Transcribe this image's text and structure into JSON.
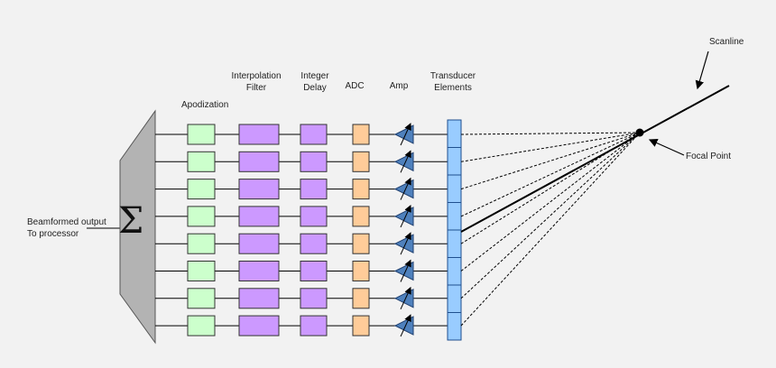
{
  "labels": {
    "apodization": "Apodization",
    "interpolation_filter": "Interpolation\nFilter",
    "integer_delay": "Integer\nDelay",
    "adc": "ADC",
    "amp": "Amp",
    "transducer_elements": "Transducer\nElements",
    "scanline": "Scanline",
    "focal_point": "Focal Point",
    "output": "Beamformed output\nTo processor",
    "sum_symbol": "Σ"
  },
  "channel_count": 8,
  "colors": {
    "apodization": "#ccffcc",
    "interp": "#cc99ff",
    "delay": "#cc99ff",
    "adc": "#ffcc99",
    "amp": "#4f81bd",
    "transducer": "#99ccff",
    "summer": "#b3b3b3"
  }
}
